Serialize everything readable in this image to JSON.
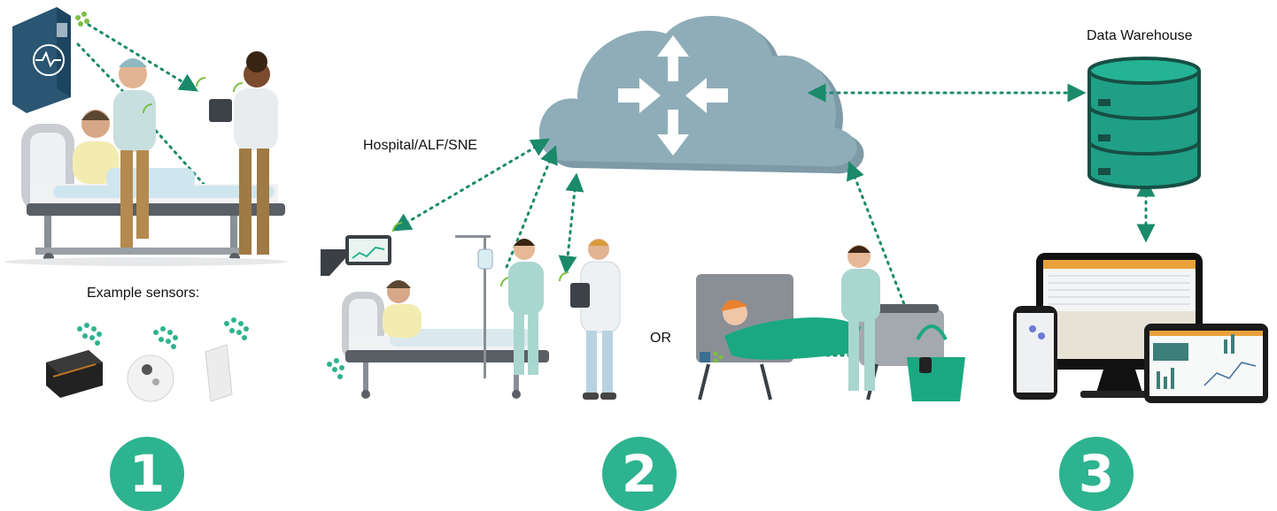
{
  "labels": {
    "hospital": "Hospital/ALF/SNE",
    "example_sensors": "Example sensors:",
    "or": "OR",
    "data_warehouse": "Data Warehouse"
  },
  "steps": [
    "1",
    "2",
    "3"
  ],
  "colors": {
    "accent": "#2db38f",
    "dotted_link": "#1a8a6a",
    "cloud": "#8fadb8",
    "database": "#1f9f86",
    "sensor_box": "#2a5673",
    "signal": "#7bc043"
  },
  "icons": [
    "sensor-box-icon",
    "wifi-signal-icon",
    "cloud-router-icon",
    "database-icon",
    "hospital-bed-icon",
    "caregiver-icon",
    "doctor-icon",
    "monitor-icon",
    "dashboard-devices-icon",
    "tote-bag-icon"
  ]
}
